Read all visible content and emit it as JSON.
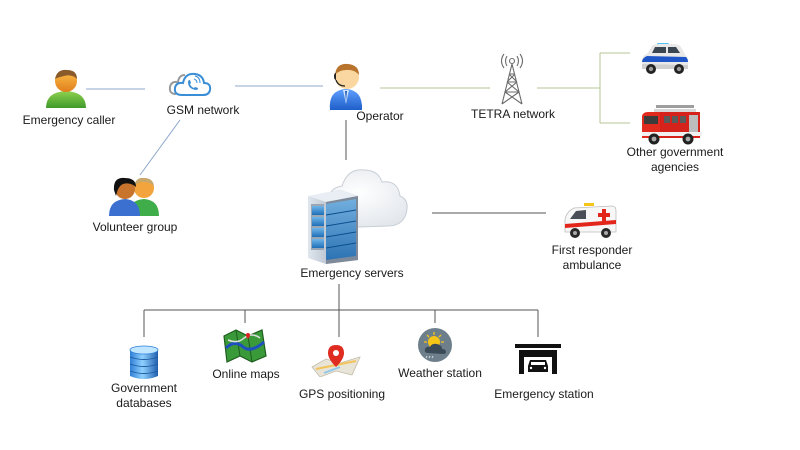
{
  "diagram": {
    "title": "Emergency communication system",
    "nodes": {
      "emergency_caller": {
        "label": "Emergency caller",
        "icon": "person-icon"
      },
      "gsm_network": {
        "label": "GSM network",
        "icon": "cloud-phone-icon"
      },
      "operator": {
        "label": "Operator",
        "icon": "operator-headset-icon"
      },
      "tetra_network": {
        "label": "TETRA network",
        "icon": "radio-tower-icon"
      },
      "police_car": {
        "label": "",
        "icon": "police-car-icon"
      },
      "fire_truck": {
        "label": "",
        "icon": "fire-truck-icon"
      },
      "other_agencies": {
        "label_line1": "Other government",
        "label_line2": "agencies"
      },
      "volunteer_group": {
        "label": "Volunteer group",
        "icon": "group-icon"
      },
      "emergency_servers": {
        "label": "Emergency servers",
        "icon": "server-cloud-icon"
      },
      "ambulance": {
        "label_line1": "First responder",
        "label_line2": "ambulance",
        "icon": "ambulance-icon"
      },
      "gov_databases": {
        "label_line1": "Government",
        "label_line2": "databases",
        "icon": "database-icon"
      },
      "online_maps": {
        "label": "Online maps",
        "icon": "map-icon"
      },
      "gps": {
        "label": "GPS positioning",
        "icon": "map-pin-icon"
      },
      "weather": {
        "label": "Weather station",
        "icon": "weather-icon"
      },
      "emergency_station": {
        "label": "Emergency station",
        "icon": "garage-icon"
      }
    },
    "edges": [
      {
        "from": "emergency_caller",
        "to": "gsm_network"
      },
      {
        "from": "gsm_network",
        "to": "operator"
      },
      {
        "from": "gsm_network",
        "to": "volunteer_group"
      },
      {
        "from": "operator",
        "to": "tetra_network"
      },
      {
        "from": "tetra_network",
        "to": "police_car"
      },
      {
        "from": "tetra_network",
        "to": "fire_truck"
      },
      {
        "from": "operator",
        "to": "emergency_servers"
      },
      {
        "from": "emergency_servers",
        "to": "ambulance"
      },
      {
        "from": "emergency_servers",
        "to": "gov_databases"
      },
      {
        "from": "emergency_servers",
        "to": "online_maps"
      },
      {
        "from": "emergency_servers",
        "to": "gps"
      },
      {
        "from": "emergency_servers",
        "to": "weather"
      },
      {
        "from": "emergency_servers",
        "to": "emergency_station"
      }
    ],
    "colors": {
      "blue_line": "#8fa8cc",
      "green_line": "#b5c49a",
      "dark_line": "#555555"
    }
  }
}
